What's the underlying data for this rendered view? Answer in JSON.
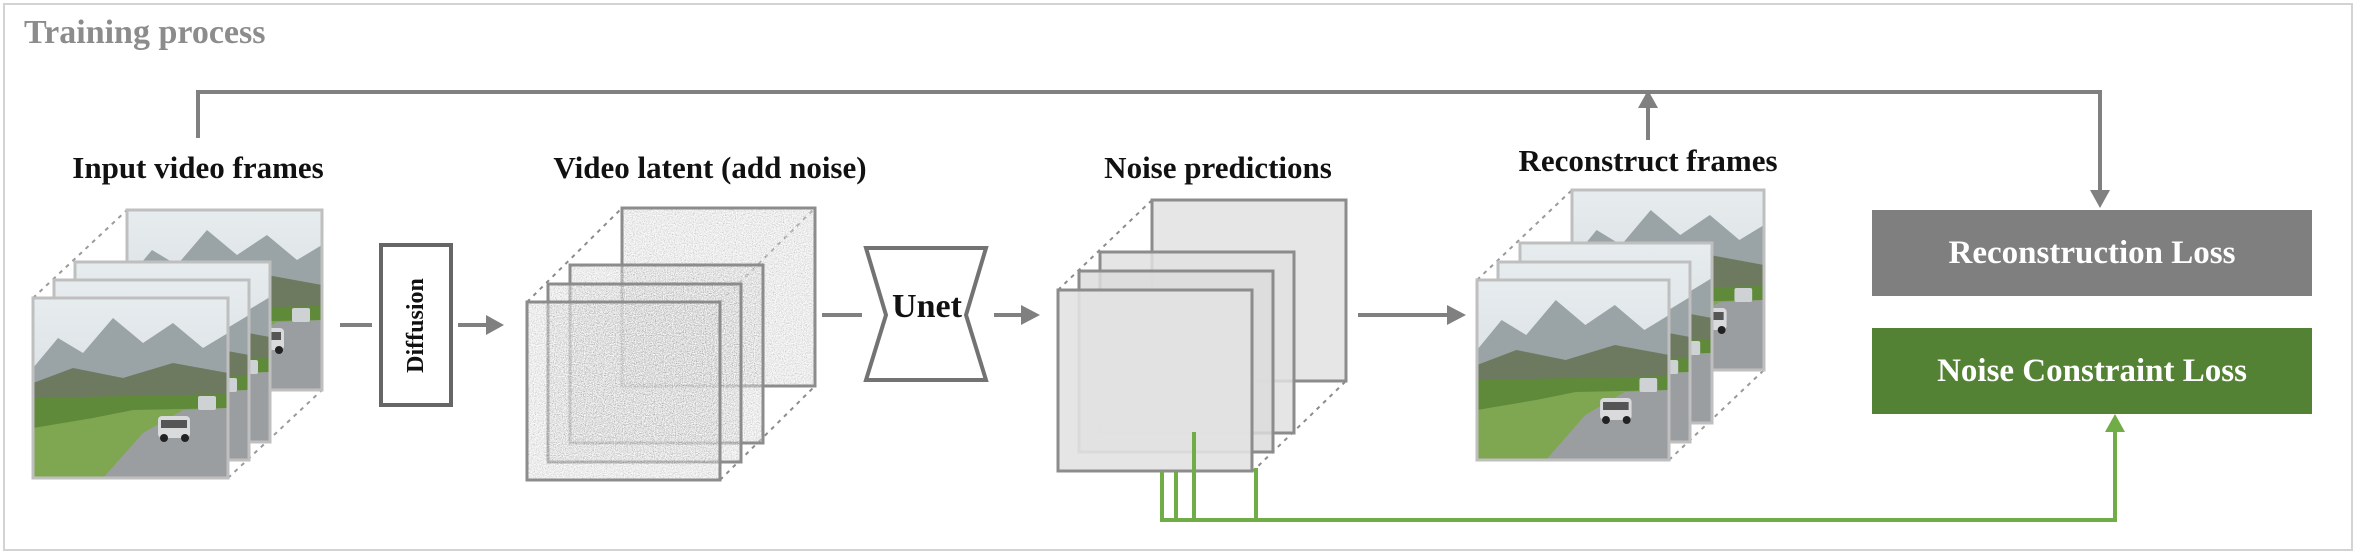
{
  "section_title": "Training process",
  "labels": {
    "input_frames": "Input video frames",
    "video_latent": "Video latent (add noise)",
    "noise_predictions": "Noise predictions",
    "reconstruct_frames": "Reconstruct frames"
  },
  "blocks": {
    "diffusion": "Diffusion",
    "unet": "Unet"
  },
  "losses": {
    "reconstruction": "Reconstruction Loss",
    "noise_constraint": "Noise Constraint Loss"
  },
  "colors": {
    "arrow_gray": "#808080",
    "reconstruction_box": "#7f7f7f",
    "noise_constraint_box": "#548235",
    "noise_arrow_green": "#70ad47",
    "title_gray": "#8c8c8c"
  }
}
